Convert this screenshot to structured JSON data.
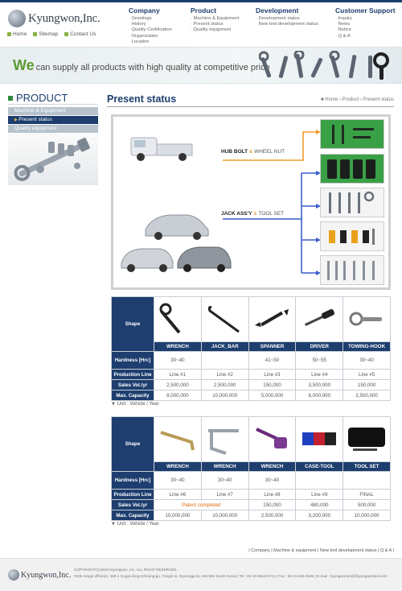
{
  "header": {
    "logo_text": "Kyungwon,Inc.",
    "links": [
      "Home",
      "Sitemap",
      "Contact Us"
    ]
  },
  "gnb": [
    {
      "title": "Company",
      "items": [
        "Greetings",
        "History",
        "Quality Certification",
        "Organization",
        "Location"
      ]
    },
    {
      "title": "Product",
      "items": [
        "Machine & Equipment",
        "Present status",
        "Quality equipment"
      ]
    },
    {
      "title": "Development",
      "items": [
        "Development status",
        "New tool development status"
      ]
    },
    {
      "title": "Customer Support",
      "items": [
        "Inquiry",
        "News",
        "Notice",
        "Q & A"
      ]
    }
  ],
  "banner": {
    "big_letter": "We",
    "slogan": "can supply all products with high quality at competitive price"
  },
  "lnb": {
    "title": "PRODUCT",
    "items": [
      "Machine & Equipment",
      "Present status",
      "Quality equipment"
    ],
    "active_index": 1
  },
  "page": {
    "title": "Present status",
    "breadcrumb": "Home › Product › Present status"
  },
  "diagram": {
    "label1_main": "HUB BOLT",
    "label1_amp": "&",
    "label1_sub": "WHEEL NUT",
    "label2_main": "JACK ASS'Y",
    "label2_amp": "&",
    "label2_sub": "TOOL SET"
  },
  "table1": {
    "row_headers": [
      "Shape",
      "Hardness [Hrc]",
      "Production Line",
      "Sales Vol./yr",
      "Max. Capacity"
    ],
    "columns": [
      {
        "name": "WRENCH",
        "hardness": "30~40",
        "line": "Line #1",
        "sales": "2,500,000",
        "capacity": "8,000,000"
      },
      {
        "name": "JACK_BAR",
        "hardness": "",
        "line": "Line #2",
        "sales": "2,500,000",
        "capacity": "10,000,000"
      },
      {
        "name": "SPANNER",
        "hardness": "41~50",
        "line": "Line #3",
        "sales": "150,000",
        "capacity": "5,000,000"
      },
      {
        "name": "DRIVER",
        "hardness": "50~55",
        "line": "Line #4",
        "sales": "3,500,000",
        "capacity": "8,000,000"
      },
      {
        "name": "TOWING-HOOK",
        "hardness": "30~40",
        "line": "Line #5",
        "sales": "150,000",
        "capacity": "2,500,000"
      }
    ],
    "unit": "▼ Unit : Vehicle / Year"
  },
  "table2": {
    "row_headers": [
      "Shape",
      "Hardness [Hrc]",
      "Production Line",
      "Sales Vol./yr",
      "Max. Capacity"
    ],
    "columns": [
      {
        "name": "WRENCH",
        "hardness": "30~40",
        "line": "Line #6",
        "capacity": "10,000,000"
      },
      {
        "name": "WRENCH",
        "hardness": "30~40",
        "line": "Line #7",
        "capacity": "10,000,000"
      },
      {
        "name": "WRENCH",
        "hardness": "30~40",
        "line": "Line #8",
        "sales": "150,000",
        "capacity": "2,500,000"
      },
      {
        "name": "CASE-TOOL",
        "hardness": "",
        "line": "Line #9",
        "sales": "480,000",
        "capacity": "3,200,000"
      },
      {
        "name": "TOOL SET",
        "hardness": "",
        "line": "FINAL",
        "sales": "500,000",
        "capacity": "10,000,000"
      }
    ],
    "patent_note": "Patent completed",
    "unit": "▼ Unit : Vehicle / Year"
  },
  "footer": {
    "links": "| Company | Machine & equipment | New tool development status | Q & A |",
    "logo_text": "Kyungwon,Inc.",
    "copyright": "COPYRIGHT(C)2010 Kyungwon. inc. ALL RIGHT RESERVED.",
    "address": "#205 Singal office(e), 468-1 Gugal-dong Giheung-gu, Yongin-si, Gyeonggi-do 446-594 South Korea | Tel : 82-10-8619-5712 | Fax : 82-31-281-9186 | E-mail : kyungwontool@kyungwontool.com"
  },
  "colors": {
    "navy": "#1d3e6e",
    "green": "#2b8a3e",
    "orange": "#e08a1e",
    "arrow_orange": "#f29b2c",
    "arrow_blue": "#3a5fcd"
  }
}
